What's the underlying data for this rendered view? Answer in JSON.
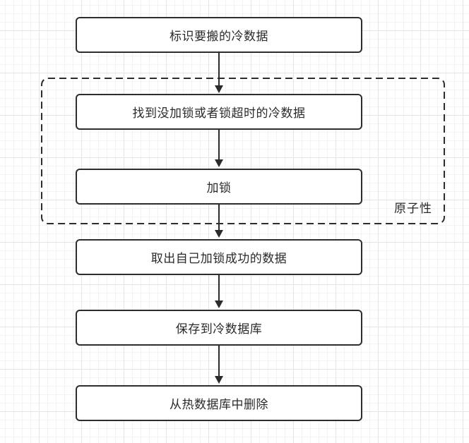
{
  "diagram": {
    "type": "flowchart",
    "colors": {
      "node_border": "#2d2d2d",
      "node_fill": "#ffffff",
      "text": "#2a2a2a",
      "arrow": "#2b2b2b",
      "grid_minor": "#f3f3f3",
      "grid_major": "#e5e5e5"
    },
    "nodes": [
      {
        "id": "identify-cold-data",
        "label": "标识要搬的冷数据"
      },
      {
        "id": "find-unlocked-or-timeout",
        "label": "找到没加锁或者锁超时的冷数据"
      },
      {
        "id": "lock",
        "label": "加锁"
      },
      {
        "id": "take-own-locked-data",
        "label": "取出自己加锁成功的数据"
      },
      {
        "id": "save-to-cold-db",
        "label": "保存到冷数据库"
      },
      {
        "id": "delete-from-hot-db",
        "label": "从热数据库中删除"
      }
    ],
    "edges": [
      {
        "from": "identify-cold-data",
        "to": "find-unlocked-or-timeout"
      },
      {
        "from": "find-unlocked-or-timeout",
        "to": "lock"
      },
      {
        "from": "lock",
        "to": "take-own-locked-data"
      },
      {
        "from": "take-own-locked-data",
        "to": "save-to-cold-db"
      },
      {
        "from": "save-to-cold-db",
        "to": "delete-from-hot-db"
      }
    ],
    "group": {
      "label": "原子性",
      "contains": [
        "find-unlocked-or-timeout",
        "lock"
      ]
    }
  }
}
